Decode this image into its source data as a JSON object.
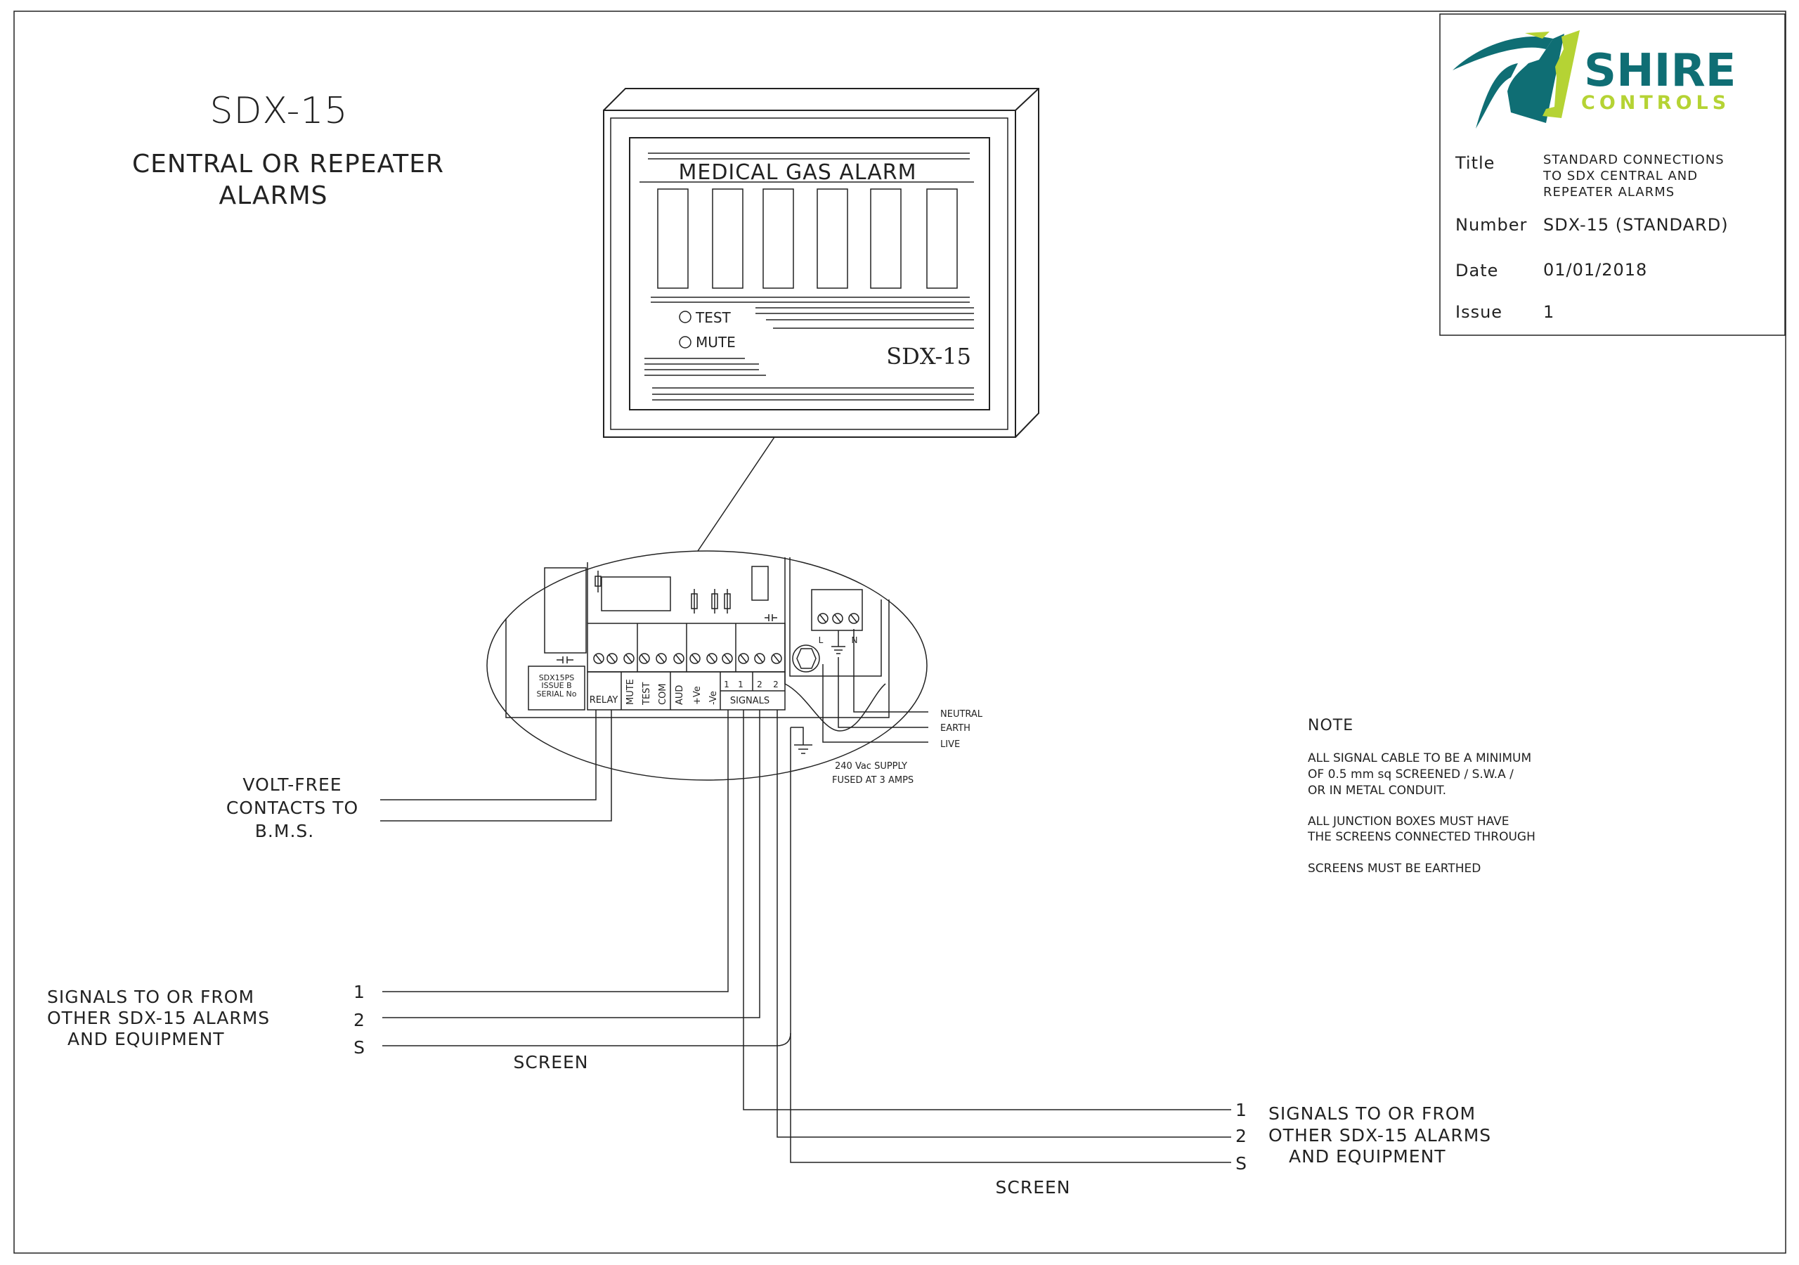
{
  "heading": {
    "model": "SDX-15",
    "subtitle_line1": "CENTRAL OR REPEATER",
    "subtitle_line2": "ALARMS"
  },
  "title_block": {
    "logo": {
      "word1": "SHIRE",
      "word2": "CONTROLS",
      "teal": "#0f6e74",
      "lime": "#b5d334"
    },
    "title_label": "Title",
    "title_lines": [
      "STANDARD CONNECTIONS",
      "TO SDX CENTRAL AND",
      "REPEATER ALARMS"
    ],
    "number_label": "Number",
    "number_value": "SDX-15 (STANDARD)",
    "date_label": "Date",
    "date_value": "01/01/2018",
    "issue_label": "Issue",
    "issue_value": "1"
  },
  "alarm_panel": {
    "heading": "MEDICAL GAS ALARM",
    "test_label": "TEST",
    "mute_label": "MUTE",
    "model_label": "SDX-15"
  },
  "board": {
    "pcb_label": [
      "SDX15PS",
      "ISSUE B",
      "SERIAL No"
    ],
    "relay": "RELAY",
    "mute": "MUTE",
    "test": "TEST",
    "com": "COM",
    "aud": "AUD",
    "pos": "+Ve",
    "neg": "-Ve",
    "signal_numbers": [
      "1",
      "1",
      "2",
      "2"
    ],
    "signals": "SIGNALS",
    "live_l": "L",
    "neutral_n": "N",
    "neutral": "NEUTRAL",
    "earth": "EARTH",
    "live": "LIVE",
    "supply_line1": "240 Vac SUPPLY",
    "supply_line2": "FUSED AT 3 AMPS"
  },
  "bms": [
    "VOLT-FREE",
    "CONTACTS TO",
    "B.M.S."
  ],
  "signals_left": {
    "lines": [
      "SIGNALS TO OR FROM",
      "OTHER SDX-15 ALARMS",
      "AND EQUIPMENT"
    ],
    "wire_labels": [
      "1",
      "2",
      "S"
    ],
    "screen": "SCREEN"
  },
  "signals_right": {
    "lines": [
      "SIGNALS TO OR FROM",
      "OTHER SDX-15 ALARMS",
      "AND EQUIPMENT"
    ],
    "wire_labels": [
      "1",
      "2",
      "S"
    ],
    "screen": "SCREEN"
  },
  "note": {
    "heading": "NOTE",
    "para1": [
      "ALL SIGNAL CABLE TO BE A MINIMUM",
      "OF 0.5 mm sq SCREENED / S.W.A /",
      "OR IN METAL CONDUIT."
    ],
    "para2": [
      "ALL JUNCTION BOXES MUST HAVE",
      "THE SCREENS CONNECTED THROUGH"
    ],
    "para3": "SCREENS MUST BE EARTHED"
  }
}
